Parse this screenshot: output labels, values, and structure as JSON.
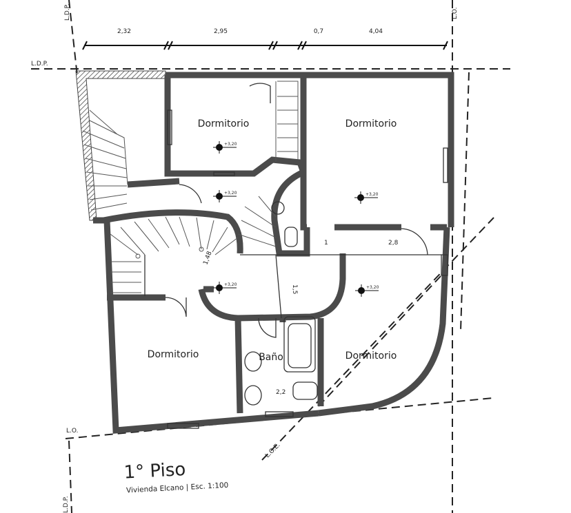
{
  "reference_lines": {
    "ldp_top": "L.D.P.",
    "ldp_left": "L.D.P.",
    "lo_top": "L.O.",
    "lo_left": "L.O.",
    "loe": "L.O.E.",
    "ldp_bottom": "L.D.P."
  },
  "dimensions_top": [
    "2,32",
    "2,95",
    "0,7",
    "4,04"
  ],
  "rooms": [
    "Dormitorio",
    "Dormitorio",
    "Dormitorio",
    "Dormitorio",
    "Baño"
  ],
  "level_mark": "+3,20",
  "interior_dimensions": {
    "stair_width": "1,48",
    "hall_width": "1,5",
    "passage_a": "1",
    "passage_b": "2,8",
    "bath_width": "2,2"
  },
  "title_block": {
    "title": "1° Piso",
    "subtitle": "Vivienda Elcano | Esc. 1:100"
  },
  "colors": {
    "wall": "#4b4b4b",
    "lines": "#222222"
  }
}
